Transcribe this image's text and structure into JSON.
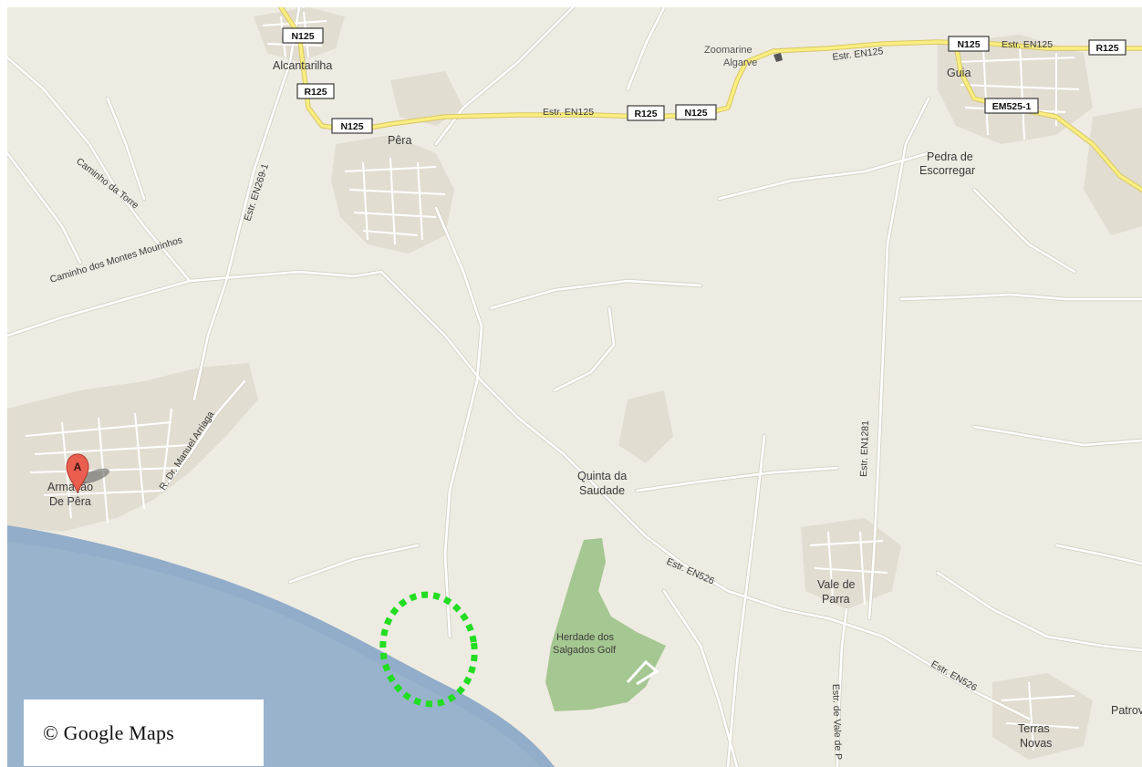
{
  "map": {
    "colors": {
      "land": "#eeebe2",
      "sea": "#99b3cc",
      "sea_near": "#8ea9c6",
      "built_up": "#e2ddd1",
      "road": "#ffffff",
      "road_casing": "#d8d3c6",
      "highway": "#f9ee7f",
      "highway_casing": "#d8c86a",
      "park": "#a5c791",
      "marker": "#e95e4f",
      "highlight": "#22dd22"
    },
    "place_labels": [
      {
        "id": "alcantarilha",
        "text": "Alcantarilha"
      },
      {
        "id": "pera",
        "text": "Pêra"
      },
      {
        "id": "zoomarine-1",
        "text": "Zoomarine"
      },
      {
        "id": "zoomarine-2",
        "text": "Algarve"
      },
      {
        "id": "guia",
        "text": "Guia"
      },
      {
        "id": "pedra-1",
        "text": "Pedra de"
      },
      {
        "id": "pedra-2",
        "text": "Escorregar"
      },
      {
        "id": "quinta-1",
        "text": "Quinta da"
      },
      {
        "id": "quinta-2",
        "text": "Saudade"
      },
      {
        "id": "herdade-1",
        "text": "Herdade dos"
      },
      {
        "id": "herdade-2",
        "text": "Salgados Golf"
      },
      {
        "id": "vale-1",
        "text": "Vale de"
      },
      {
        "id": "vale-2",
        "text": "Parra"
      },
      {
        "id": "armacao-1",
        "text": "Armação"
      },
      {
        "id": "armacao-2",
        "text": "De Pêra"
      },
      {
        "id": "terras-1",
        "text": "Terras"
      },
      {
        "id": "terras-2",
        "text": "Novas"
      },
      {
        "id": "patrov",
        "text": "Patrov"
      }
    ],
    "road_labels": [
      {
        "id": "caminho-torre",
        "text": "Caminho da Torre"
      },
      {
        "id": "caminho-montes",
        "text": "Caminho dos Montes Mourinhos"
      },
      {
        "id": "estr-en269",
        "text": "Estr. EN269-1"
      },
      {
        "id": "r-manuel",
        "text": "R. Dr. Manuel Arriaga"
      },
      {
        "id": "estr-en125-a",
        "text": "Estr. EN125"
      },
      {
        "id": "estr-en125-b",
        "text": "Estr. EN125"
      },
      {
        "id": "estr-en125-c",
        "text": "Estr. EN125"
      },
      {
        "id": "estr-en1281",
        "text": "Estr. EN1281"
      },
      {
        "id": "estr-en526-a",
        "text": "Estr. EN526"
      },
      {
        "id": "estr-en526-b",
        "text": "Estr. EN526"
      },
      {
        "id": "estr-vale",
        "text": "Estr. de Vale de P"
      }
    ],
    "shields": [
      {
        "id": "n125-top",
        "text": "N125"
      },
      {
        "id": "r125-left",
        "text": "R125"
      },
      {
        "id": "n125-left",
        "text": "N125"
      },
      {
        "id": "r125-mid",
        "text": "R125"
      },
      {
        "id": "n125-mid",
        "text": "N125"
      },
      {
        "id": "n125-right",
        "text": "N125"
      },
      {
        "id": "r125-right",
        "text": "R125"
      },
      {
        "id": "em525",
        "text": "EM525-1"
      }
    ],
    "marker": {
      "letter": "A"
    }
  },
  "copyright": {
    "text": "© Google Maps"
  }
}
